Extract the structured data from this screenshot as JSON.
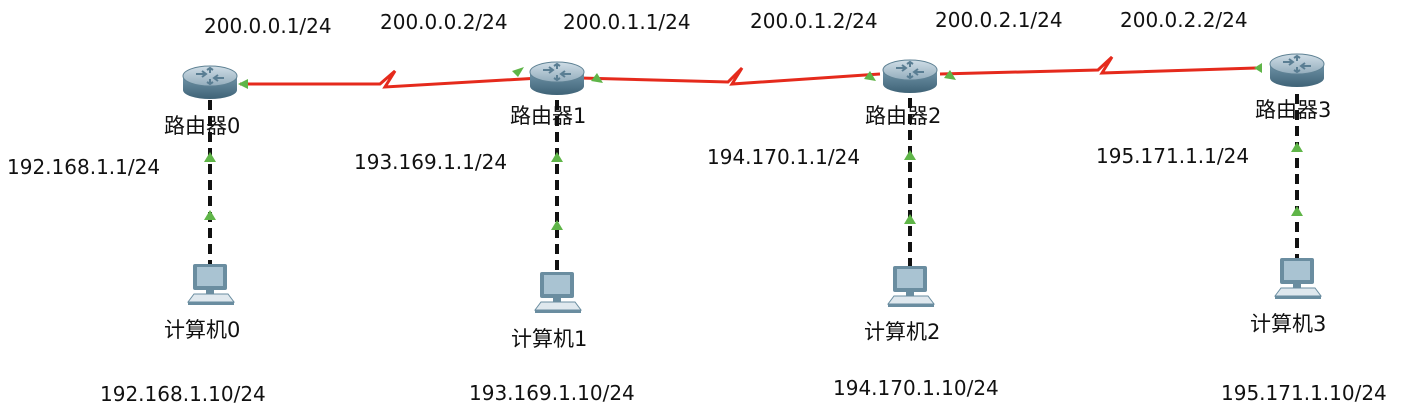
{
  "colors": {
    "serial_link": "#e52a1c",
    "ethernet_link": "#111111",
    "link_up": "#5fb548",
    "router_body": "#5a7e93",
    "router_top": "#b9ccd7",
    "pc_screen": "#a9c3d2",
    "pc_body": "#6a8da0"
  },
  "routers": [
    {
      "label": "路由器0",
      "icon": "router-icon"
    },
    {
      "label": "路由器1",
      "icon": "router-icon"
    },
    {
      "label": "路由器2",
      "icon": "router-icon"
    },
    {
      "label": "路由器3",
      "icon": "router-icon"
    }
  ],
  "pcs": [
    {
      "label": "计算机0",
      "icon": "pc-icon"
    },
    {
      "label": "计算机1",
      "icon": "pc-icon"
    },
    {
      "label": "计算机2",
      "icon": "pc-icon"
    },
    {
      "label": "计算机3",
      "icon": "pc-icon"
    }
  ],
  "wan_addresses": [
    "200.0.0.1/24",
    "200.0.0.2/24",
    "200.0.1.1/24",
    "200.0.1.2/24",
    "200.0.2.1/24",
    "200.0.2.2/24"
  ],
  "gateway_addresses": [
    "192.168.1.1/24",
    "193.169.1.1/24",
    "194.170.1.1/24",
    "195.171.1.1/24"
  ],
  "pc_addresses": [
    "192.168.1.10/24",
    "193.169.1.10/24",
    "194.170.1.10/24",
    "195.171.1.10/24"
  ]
}
